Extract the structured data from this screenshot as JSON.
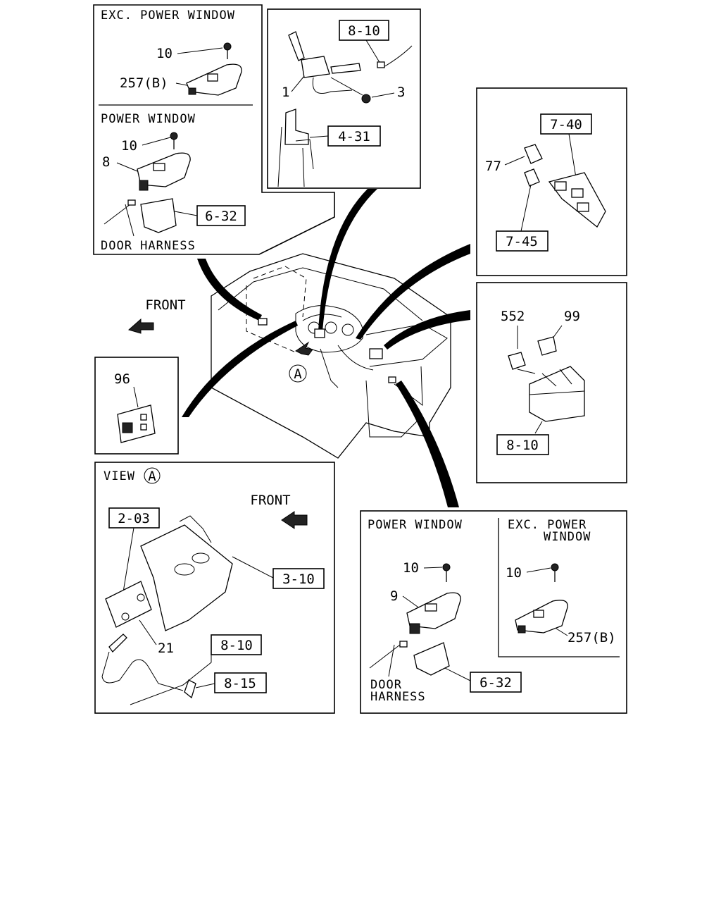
{
  "panels": {
    "top_left": {
      "exc_label": "EXC. POWER WINDOW",
      "pw_label": "POWER WINDOW",
      "door_harness": "DOOR HARNESS",
      "ref_10a": "10",
      "ref_257b": "257(B)",
      "ref_10b": "10",
      "ref_8": "8",
      "box_632": "6-32"
    },
    "top_center": {
      "box_810": "8-10",
      "box_431": "4-31",
      "ref_1": "1",
      "ref_3": "3"
    },
    "top_right": {
      "box_740": "7-40",
      "box_745": "7-45",
      "ref_77": "77"
    },
    "mid_right": {
      "ref_552": "552",
      "ref_99": "99",
      "box_810": "8-10"
    },
    "center": {
      "front_label": "FRONT",
      "view_marker": "A"
    },
    "mid_left": {
      "ref_96": "96"
    },
    "view_a": {
      "title": "VIEW",
      "marker": "A",
      "front_label": "FRONT",
      "box_203": "2-03",
      "box_310": "3-10",
      "box_810": "8-10",
      "box_815": "8-15",
      "ref_21": "21"
    },
    "bottom_right": {
      "pw_label": "POWER WINDOW",
      "exc_label_line1": "EXC. POWER",
      "exc_label_line2": "WINDOW",
      "door_line1": "DOOR",
      "door_line2": "HARNESS",
      "ref_10a": "10",
      "ref_9": "9",
      "ref_10b": "10",
      "ref_257b": "257(B)",
      "box_632": "6-32"
    }
  }
}
